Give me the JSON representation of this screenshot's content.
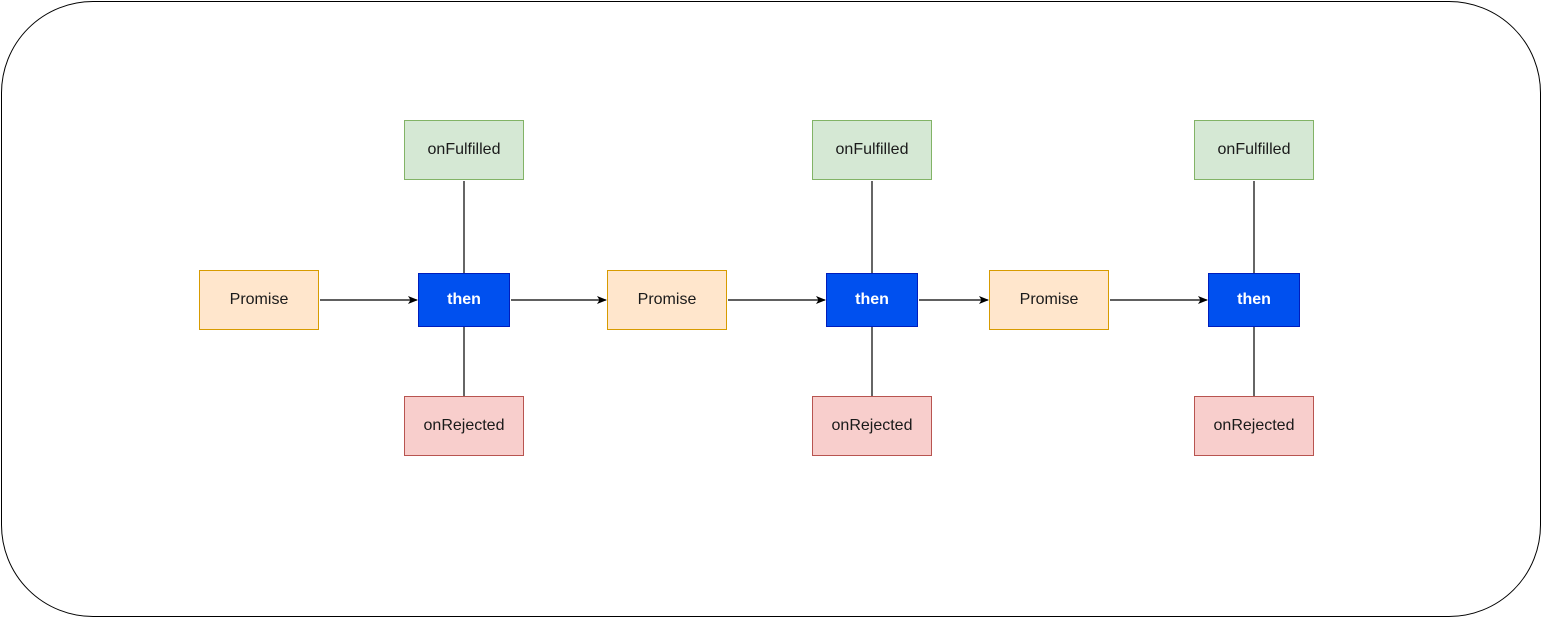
{
  "diagram": {
    "colors": {
      "promise_fill": "#ffe6cc",
      "promise_stroke": "#d79b00",
      "then_fill": "#0050ef",
      "then_stroke": "#001dbc",
      "fulfilled_fill": "#d5e8d4",
      "fulfilled_stroke": "#82b366",
      "rejected_fill": "#f8cecc",
      "rejected_stroke": "#b85450",
      "edge": "#000000"
    },
    "stages": [
      {
        "promise_label": "Promise",
        "then_label": "then",
        "fulfilled_label": "onFulfilled",
        "rejected_label": "onRejected"
      },
      {
        "promise_label": "Promise",
        "then_label": "then",
        "fulfilled_label": "onFulfilled",
        "rejected_label": "onRejected"
      },
      {
        "promise_label": "Promise",
        "then_label": "then",
        "fulfilled_label": "onFulfilled",
        "rejected_label": "onRejected"
      }
    ]
  }
}
